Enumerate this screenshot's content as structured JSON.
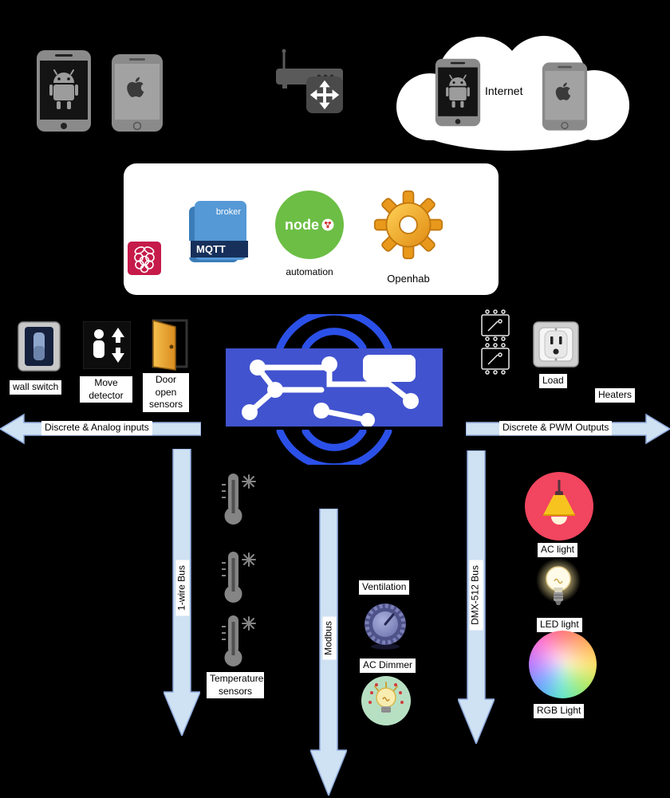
{
  "colors": {
    "background": "#000000",
    "arrow_fill": "#cfe2f3",
    "arrow_stroke": "#8faadc",
    "pcb_blue": "#4153cf",
    "wifi_blue": "#2b50e8",
    "node_green": "#6cbe45",
    "broker_blue": "#5599d6",
    "mqtt_navy": "#16305a",
    "raspberry_crimson": "#c51a4a",
    "gear_orange": "#e8991c",
    "ac_light_pink": "#f2455f",
    "lamp_shade_yellow": "#f7c41f",
    "dimmer_green": "#b7e0c3",
    "phone_gray": "#8a8a8a"
  },
  "cloud": {
    "internet_label": "Internet"
  },
  "hub": {
    "broker_label": "broker",
    "mqtt_label": "MQTT",
    "node_label": "node",
    "automation_label": "automation",
    "openhab_label": "Openhab"
  },
  "inputs": {
    "wall_switch_label": "wall switch",
    "move_detector_label": "Move detector",
    "door_sensors_label": "Door open sensors",
    "arrow_label": "Discrete & Analog inputs",
    "one_wire_label": "1-wire Bus",
    "temperature_label": "Temperature sensors"
  },
  "outputs": {
    "load_label": "Load",
    "heaters_label": "Heaters",
    "arrow_label": "Discrete & PWM Outputs",
    "modbus_label": "Modbus",
    "dmx_label": "DMX-512 Bus",
    "ventilation_label": "Ventilation",
    "ac_dimmer_label": "AC Dimmer",
    "ac_light_label": "AC light",
    "led_light_label": "LED light",
    "rgb_light_label": "RGB Light"
  }
}
